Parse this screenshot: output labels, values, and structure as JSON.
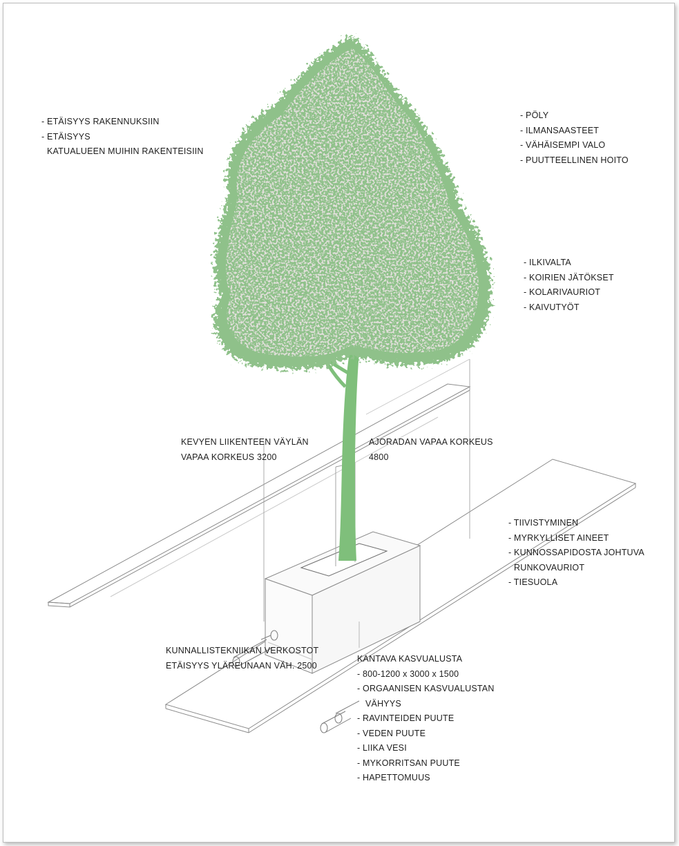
{
  "colors": {
    "foliage": "#8fc18a",
    "foliage_highlight": "#c2bcb4",
    "trunk": "#7fbf7b",
    "outline": "#8a8a8a",
    "text": "#1e1e1e"
  },
  "labels": {
    "distances": [
      "- ETÄISYYS RAKENNUKSIIN",
      "- ETÄISYYS",
      "KATUALUEEN MUIHIN RAKENTEISIIN"
    ],
    "air": [
      "- PÖLY",
      "- ILMANSAASTEET",
      "- VÄHÄISEMPI VALO",
      "- PUUTTEELLINEN HOITO"
    ],
    "vandal": [
      "- ILKIVALTA",
      "- KOIRIEN JÄTÖKSET",
      "- KOLARIVAURIOT",
      "- KAIVUTYÖT"
    ],
    "ped_clearance": [
      "KEVYEN LIIKENTEEN VÄYLÄN",
      "VAPAA KORKEUS 3200"
    ],
    "road_clearance": [
      "AJORADAN VAPAA KORKEUS",
      "4800"
    ],
    "soil_stress": [
      "- TIIVISTYMINEN",
      "- MYRKYLLISET AINEET",
      "- KUNNOSSAPIDOSTA JOHTUVA",
      "RUNKOVAURIOT",
      "- TIESUOLA"
    ],
    "utilities": [
      "KUNNALLISTEKNIIKAN VERKOSTOT",
      "ETÄISYYS YLÄREUNAAN VÄH. 2500"
    ],
    "growing_medium": [
      "KANTAVA KASVUALUSTA",
      "- 800-1200 x 3000 x 1500",
      "- ORGAANISEN KASVUALUSTAN",
      "VÄHYYS",
      "- RAVINTEIDEN PUUTE",
      "- VEDEN PUUTE",
      "- LIIKA VESI",
      "- MYKORRITSAN PUUTE",
      "- HAPETTOMUUS"
    ]
  }
}
